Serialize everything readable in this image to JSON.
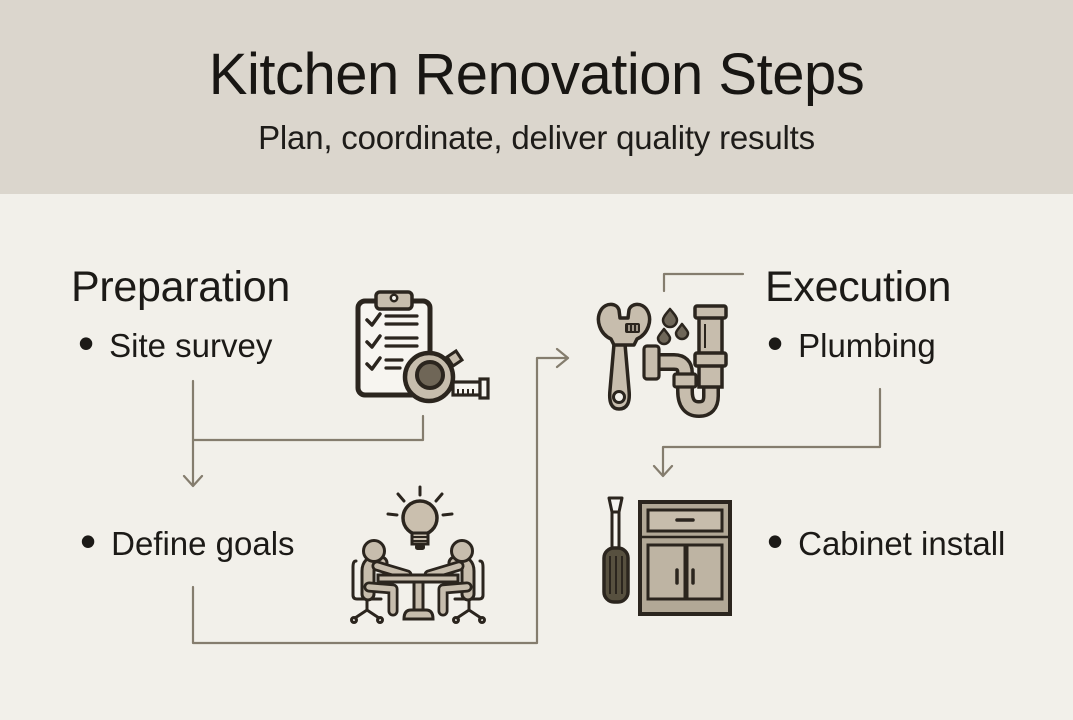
{
  "header": {
    "title": "Kitchen Renovation Steps",
    "subtitle": "Plan, coordinate, deliver quality results"
  },
  "list_marker": "•",
  "sections": {
    "preparation": {
      "heading": "Preparation",
      "items": [
        {
          "label": "Site survey",
          "icon": "checklist-tape-measure-icon"
        },
        {
          "label": "Define goals",
          "icon": "team-discussion-idea-icon"
        }
      ]
    },
    "execution": {
      "heading": "Execution",
      "items": [
        {
          "label": "Plumbing",
          "icon": "wrench-pipe-icon"
        },
        {
          "label": "Cabinet install",
          "icon": "screwdriver-cabinet-icon"
        }
      ]
    }
  },
  "flow": [
    {
      "from": "Site survey",
      "to": "Define goals",
      "direction": "down"
    },
    {
      "from": "Define goals",
      "to": "Plumbing",
      "direction": "right"
    },
    {
      "from": "Plumbing",
      "to": "Cabinet install",
      "direction": "down"
    },
    {
      "from": "Execution",
      "to": "Plumbing",
      "direction": "down"
    }
  ],
  "colors": {
    "header_background": "#dbd6cd",
    "body_background": "#f2f0ea",
    "text": "#1c1a17",
    "connector_line": "#857d6e",
    "icon_outline": "#2b251e",
    "icon_tan": "#c7bdad",
    "icon_dark_tan": "#6f6657",
    "cabinet_fill": "#b2a896"
  }
}
